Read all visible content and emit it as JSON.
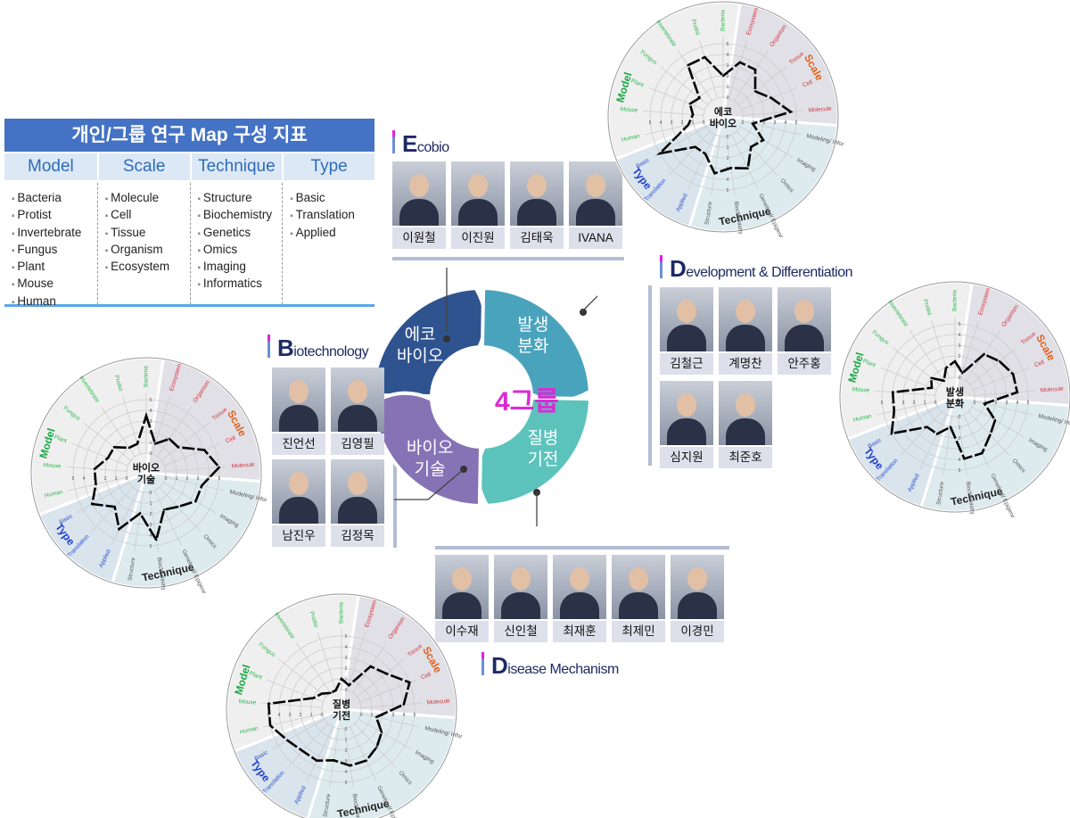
{
  "table": {
    "title": "개인/그룹 연구 Map 구성 지표",
    "columns": [
      {
        "header": "Model",
        "items": [
          "Bacteria",
          "Protist",
          "Invertebrate",
          "Fungus",
          "Plant",
          "Mouse",
          "Human"
        ]
      },
      {
        "header": "Scale",
        "items": [
          "Molecule",
          "Cell",
          "Tissue",
          "Organism",
          "Ecosystem"
        ]
      },
      {
        "header": "Technique",
        "items": [
          "Structure",
          "Biochemistry",
          "Genetics",
          "Omics",
          "Imaging",
          "Informatics"
        ]
      },
      {
        "header": "Type",
        "items": [
          "Basic",
          "Translation",
          "Applied"
        ]
      }
    ]
  },
  "center": {
    "label": "4그룹",
    "segments": [
      "에코\n바이오",
      "발생\n분화",
      "질병\n기전",
      "바이오\n기술"
    ],
    "colors": [
      "#2f538f",
      "#4aa3bd",
      "#5cc3bc",
      "#8573b6"
    ],
    "label_color": "#d92bd4"
  },
  "groups": {
    "ecobio": {
      "initial": "E",
      "rest": "cobio",
      "members": [
        "이원철",
        "이진원",
        "김태욱",
        "IVANA"
      ]
    },
    "devdiff": {
      "initial": "D",
      "rest": "evelopment & Differentiation",
      "members": [
        "김철근",
        "계명찬",
        "안주홍",
        "심지원",
        "최준호"
      ]
    },
    "biotech": {
      "initial": "B",
      "rest": "iotechnology",
      "members": [
        "진언선",
        "김영필",
        "남진우",
        "김정목"
      ]
    },
    "disease": {
      "initial": "D",
      "rest": "isease Mechanism",
      "members": [
        "이수재",
        "신인철",
        "최재훈",
        "최제민",
        "이경민"
      ]
    }
  },
  "chart_data": [
    {
      "type": "radar",
      "title": "에코\n바이오",
      "rlim": [
        0,
        5
      ],
      "axes": [
        "Bacteria",
        "Ecosystem",
        "Organism",
        "Tissue",
        "Cell",
        "Molecule",
        "Modeling/\nInformatics",
        "Imaging",
        "Omics",
        "Genetical/\nEpigenetics",
        "Biochemistry",
        "Structure",
        "Applied",
        "Translation",
        "Basic",
        "Human",
        "Mouse",
        "Plant",
        "Fungus",
        "Invertebrate",
        "Protist"
      ],
      "values": [
        2,
        3.5,
        3.5,
        2,
        3,
        4.5,
        1,
        2.5,
        2,
        3.5,
        3,
        3.5,
        2,
        2,
        5,
        1.5,
        1,
        1.5,
        1,
        4,
        4
      ]
    },
    {
      "type": "radar",
      "title": "발생\n분화",
      "rlim": [
        0,
        5
      ],
      "values": [
        1.5,
        0.5,
        3,
        3.5,
        4,
        4,
        1,
        2.5,
        3,
        4,
        4,
        1,
        2,
        2,
        5,
        4,
        4,
        0.5,
        1,
        0,
        1
      ]
    },
    {
      "type": "radar",
      "title": "바이오\n기술",
      "rlim": [
        0,
        5
      ],
      "values": [
        3.5,
        1,
        2,
        2,
        4,
        5,
        3.5,
        3.5,
        2.5,
        2,
        4.5,
        2,
        4,
        2.5,
        4,
        3,
        3,
        2,
        2,
        1,
        1
      ]
    },
    {
      "type": "radar",
      "title": "질병\n기전",
      "rlim": [
        0,
        5
      ],
      "values": [
        1,
        0.5,
        3,
        3.5,
        5,
        4,
        1.5,
        2.5,
        3,
        3.5,
        3.5,
        3,
        3.5,
        3.5,
        4,
        5,
        5,
        1,
        0.5,
        0,
        0
      ]
    }
  ],
  "radar_categories": [
    {
      "name": "Model",
      "color": "#1fa845",
      "label_color": "#2db84b",
      "bg": "#efeff0"
    },
    {
      "name": "Scale",
      "color": "#e0621c",
      "label_color": "#d0333f",
      "bg": "#e1e0e6"
    },
    {
      "name": "Technique",
      "color": "#222222",
      "label_color": "#555555",
      "bg": "#deebee"
    },
    {
      "name": "Type",
      "color": "#1f3fd0",
      "label_color": "#2a4fd0",
      "bg": "#d9e4ec"
    }
  ]
}
